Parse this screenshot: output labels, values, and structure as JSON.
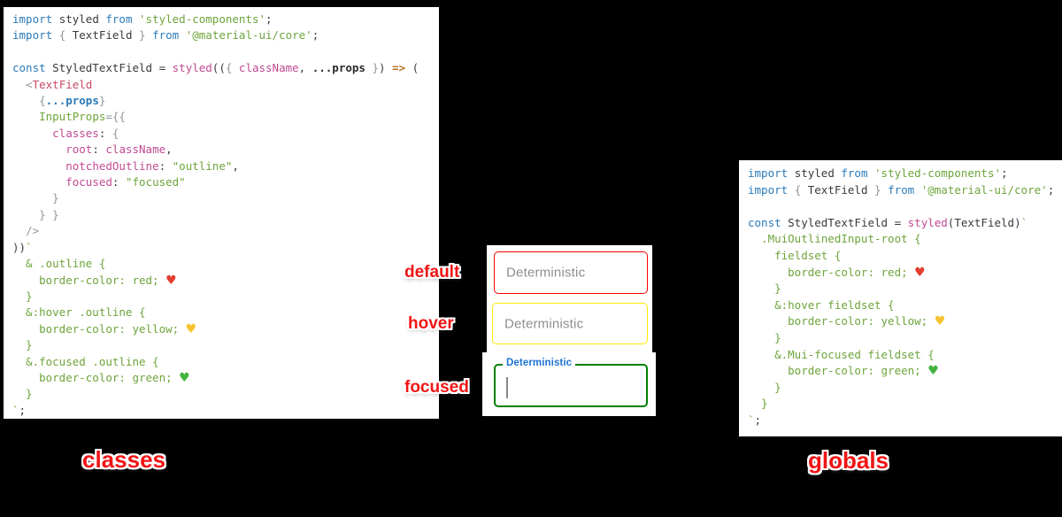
{
  "page": {
    "background": "#000000",
    "panel_background": "#ffffff"
  },
  "colors": {
    "kw": "#2a7ab8",
    "pln": "#3a3a3a",
    "str": "#6ea43b",
    "pink": "#c04a92",
    "tag": "#c64a62",
    "gray": "#8e979e",
    "arrow": "#b5721f",
    "boldDark": "#2b2b2b",
    "blueBold": "#2a7ab8",
    "heartRed": "#e23d2e",
    "heartYellow": "#f7c22e",
    "heartGreen": "#44b33e"
  },
  "annotations": {
    "state_default": "default",
    "state_hover": "hover",
    "state_focused": "focused",
    "left_caption": "classes",
    "right_caption": "globals"
  },
  "fields": {
    "default": {
      "placeholder": "Deterministic",
      "border_color": "#ff0000"
    },
    "hover": {
      "placeholder": "Deterministic",
      "border_color": "#ffeb00"
    },
    "focused": {
      "label": "Deterministic",
      "border_color": "#008000",
      "label_color": "#1d73d2",
      "cursor_color": "#8a8a8a"
    }
  },
  "code_classes": {
    "lines": [
      [
        [
          "import ",
          "kw"
        ],
        [
          "styled ",
          "pln"
        ],
        [
          "from ",
          "kw"
        ],
        [
          "'styled-components'",
          "str"
        ],
        [
          ";",
          "pln"
        ]
      ],
      [
        [
          "import ",
          "kw"
        ],
        [
          "{ ",
          "gray"
        ],
        [
          "TextField ",
          "pln"
        ],
        [
          "} ",
          "gray"
        ],
        [
          "from ",
          "kw"
        ],
        [
          "'@material-ui/core'",
          "str"
        ],
        [
          ";",
          "pln"
        ]
      ],
      [],
      [
        [
          "const ",
          "kw"
        ],
        [
          "StyledTextField ",
          "pln"
        ],
        [
          "= ",
          "pln"
        ],
        [
          "styled",
          "pink"
        ],
        [
          "((",
          "pln"
        ],
        [
          "{ ",
          "gray"
        ],
        [
          "className",
          "pink"
        ],
        [
          ", ",
          "pln"
        ],
        [
          "...props ",
          "boldDark"
        ],
        [
          "}",
          "gray"
        ],
        [
          ") ",
          "pln"
        ],
        [
          "=> ",
          "arrow"
        ],
        [
          "(",
          "pln"
        ]
      ],
      [
        [
          "  ",
          "pln"
        ],
        [
          "<",
          "gray"
        ],
        [
          "TextField",
          "tag"
        ]
      ],
      [
        [
          "    ",
          "pln"
        ],
        [
          "{",
          "gray"
        ],
        [
          "...props",
          "blueBold"
        ],
        [
          "}",
          "gray"
        ]
      ],
      [
        [
          "    ",
          "pln"
        ],
        [
          "InputProps",
          "str"
        ],
        [
          "=",
          "gray"
        ],
        [
          "{{",
          "gray"
        ]
      ],
      [
        [
          "      ",
          "pln"
        ],
        [
          "classes",
          "pink"
        ],
        [
          ": ",
          "pln"
        ],
        [
          "{",
          "gray"
        ]
      ],
      [
        [
          "        ",
          "pln"
        ],
        [
          "root",
          "pink"
        ],
        [
          ": ",
          "pln"
        ],
        [
          "className",
          "pink"
        ],
        [
          ",",
          "pln"
        ]
      ],
      [
        [
          "        ",
          "pln"
        ],
        [
          "notchedOutline",
          "pink"
        ],
        [
          ": ",
          "pln"
        ],
        [
          "\"outline\"",
          "str"
        ],
        [
          ",",
          "pln"
        ]
      ],
      [
        [
          "        ",
          "pln"
        ],
        [
          "focused",
          "pink"
        ],
        [
          ": ",
          "pln"
        ],
        [
          "\"focused\"",
          "str"
        ]
      ],
      [
        [
          "      ",
          "pln"
        ],
        [
          "}",
          "gray"
        ]
      ],
      [
        [
          "    ",
          "pln"
        ],
        [
          "} }",
          "gray"
        ]
      ],
      [
        [
          "  ",
          "pln"
        ],
        [
          "/>",
          "gray"
        ]
      ],
      [
        [
          "))",
          "pln"
        ],
        [
          "`",
          "str"
        ]
      ],
      [
        [
          "  & .outline {",
          "str"
        ]
      ],
      [
        [
          "    border-color: red; ",
          "str"
        ],
        [
          "♥",
          "heartRed"
        ]
      ],
      [
        [
          "  }",
          "str"
        ]
      ],
      [
        [
          "  &:hover .outline {",
          "str"
        ]
      ],
      [
        [
          "    border-color: yellow; ",
          "str"
        ],
        [
          "♥",
          "heartYellow"
        ]
      ],
      [
        [
          "  }",
          "str"
        ]
      ],
      [
        [
          "  &.focused .outline {",
          "str"
        ]
      ],
      [
        [
          "    border-color: green; ",
          "str"
        ],
        [
          "♥",
          "heartGreen"
        ]
      ],
      [
        [
          "  }",
          "str"
        ]
      ],
      [
        [
          "`",
          "str"
        ],
        [
          ";",
          "pln"
        ]
      ]
    ]
  },
  "code_globals": {
    "lines": [
      [
        [
          "import ",
          "kw"
        ],
        [
          "styled ",
          "pln"
        ],
        [
          "from ",
          "kw"
        ],
        [
          "'styled-components'",
          "str"
        ],
        [
          ";",
          "pln"
        ]
      ],
      [
        [
          "import ",
          "kw"
        ],
        [
          "{ ",
          "gray"
        ],
        [
          "TextField ",
          "pln"
        ],
        [
          "} ",
          "gray"
        ],
        [
          "from ",
          "kw"
        ],
        [
          "'@material-ui/core'",
          "str"
        ],
        [
          ";",
          "pln"
        ]
      ],
      [],
      [
        [
          "const ",
          "kw"
        ],
        [
          "StyledTextField ",
          "pln"
        ],
        [
          "= ",
          "pln"
        ],
        [
          "styled",
          "pink"
        ],
        [
          "(",
          "pln"
        ],
        [
          "TextField",
          "pln"
        ],
        [
          ")",
          "pln"
        ],
        [
          "`",
          "str"
        ]
      ],
      [
        [
          "  .MuiOutlinedInput-root {",
          "str"
        ]
      ],
      [
        [
          "    fieldset {",
          "str"
        ]
      ],
      [
        [
          "      border-color: red; ",
          "str"
        ],
        [
          "♥",
          "heartRed"
        ]
      ],
      [
        [
          "    }",
          "str"
        ]
      ],
      [
        [
          "    &:hover fieldset {",
          "str"
        ]
      ],
      [
        [
          "      border-color: yellow; ",
          "str"
        ],
        [
          "♥",
          "heartYellow"
        ]
      ],
      [
        [
          "    }",
          "str"
        ]
      ],
      [
        [
          "    &.Mui-focused fieldset {",
          "str"
        ]
      ],
      [
        [
          "      border-color: green; ",
          "str"
        ],
        [
          "♥",
          "heartGreen"
        ]
      ],
      [
        [
          "    }",
          "str"
        ]
      ],
      [
        [
          "  }",
          "str"
        ]
      ],
      [
        [
          "`",
          "str"
        ],
        [
          ";",
          "pln"
        ]
      ]
    ]
  }
}
